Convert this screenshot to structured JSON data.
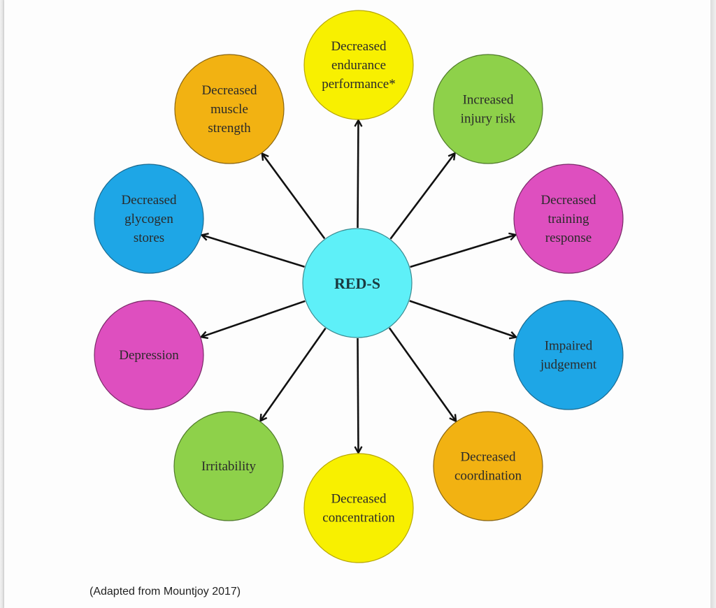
{
  "diagram": {
    "center": {
      "label": "RED-S",
      "color": "#5ef0f8"
    },
    "nodes": [
      {
        "id": "endurance",
        "lines": [
          "Decreased",
          "endurance",
          "performance*"
        ],
        "color": "#f8f000"
      },
      {
        "id": "injury",
        "lines": [
          "Increased",
          "injury risk"
        ],
        "color": "#8ed14a"
      },
      {
        "id": "training",
        "lines": [
          "Decreased",
          "training",
          "response"
        ],
        "color": "#de4fbf"
      },
      {
        "id": "judgement",
        "lines": [
          "Impaired",
          "judgement"
        ],
        "color": "#1ea6e6"
      },
      {
        "id": "coordination",
        "lines": [
          "Decreased",
          "coordination"
        ],
        "color": "#f2b212"
      },
      {
        "id": "concentration",
        "lines": [
          "Decreased",
          "concentration"
        ],
        "color": "#f8f000"
      },
      {
        "id": "irritability",
        "lines": [
          "Irritability"
        ],
        "color": "#8ed14a"
      },
      {
        "id": "depression",
        "lines": [
          "Depression"
        ],
        "color": "#de4fbf"
      },
      {
        "id": "glycogen",
        "lines": [
          "Decreased",
          "glycogen",
          "stores"
        ],
        "color": "#1ea6e6"
      },
      {
        "id": "muscle",
        "lines": [
          "Decreased",
          "muscle",
          "strength"
        ],
        "color": "#f2b212"
      }
    ],
    "arrow_color": "#111111"
  },
  "caption": "(Adapted from Mountjoy 2017)"
}
